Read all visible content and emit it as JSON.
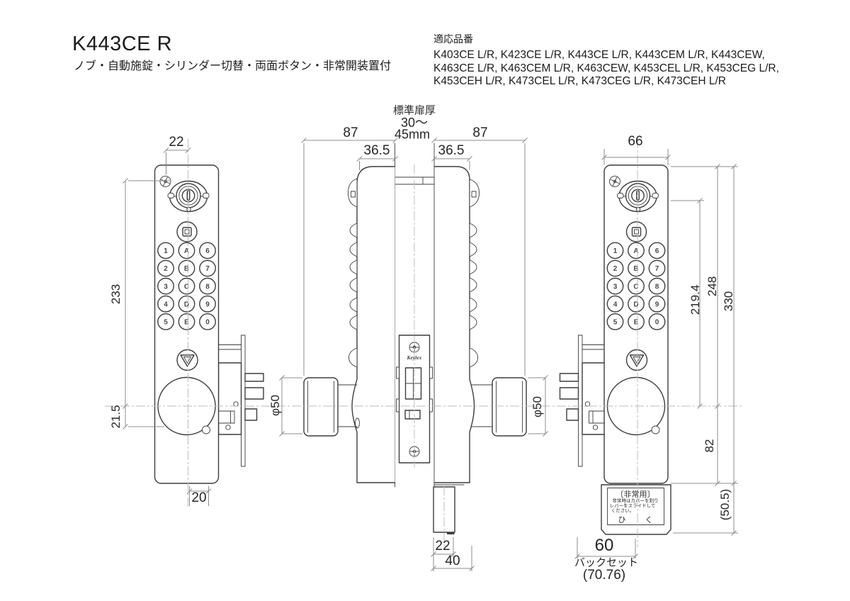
{
  "header": {
    "model": "K443CE R",
    "subtitle": "ノブ・自動施錠・シリンダー切替・両面ボタン・非常開装置付"
  },
  "applicable": {
    "title": "適応品番",
    "lines": [
      "K403CE L/R, K423CE L/R, K443CE L/R, K443CEM L/R, K443CEW,",
      "K463CE L/R, K463CEM L/R, K463CEW, K453CEL L/R, K453CEG L/R,",
      "K453CEH L/R, K473CEL L/R, K473CEG L/R, K473CEH L/R"
    ]
  },
  "dimensions": {
    "outside_screw_offset": "22",
    "outside_height": "233",
    "outside_knob_offset": "21.5",
    "outside_bottom": "20",
    "door_thickness_label": "標準扉厚",
    "door_thickness_range": "30〜",
    "door_thickness_max": "45mm",
    "outside_depth": "87",
    "inside_depth": "87",
    "outside_case_depth": "36.5",
    "inside_case_depth": "36.5",
    "knob_dia_outside": "φ50",
    "knob_dia_inside": "φ50",
    "rod_width": "22",
    "rod_offset": "40",
    "inside_width": "66",
    "cylinder_to_knob": "219.4",
    "top_to_knob": "248",
    "total_height": "330",
    "knob_to_bottom": "82",
    "cover_height": "(50.5)",
    "backset": "60",
    "backset_label": "バックセット",
    "backset_value": "(70.76)"
  },
  "keypad": {
    "rows": [
      [
        "1",
        "A",
        "6"
      ],
      [
        "2",
        "B",
        "7"
      ],
      [
        "3",
        "C",
        "8"
      ],
      [
        "4",
        "D",
        "9"
      ],
      [
        "5",
        "E",
        "0"
      ]
    ]
  },
  "brand": {
    "logo": "Keylex"
  },
  "emergency": {
    "title": "〔非常用〕",
    "line1": "非常時はカバーを割り",
    "line2": "レバーをスライドして",
    "line3": "ください。",
    "action": "ひ　く"
  },
  "colors": {
    "line": "#3d3d3d",
    "dim": "#8c8c8c",
    "center": "#bdbdbd",
    "text": "#262626"
  }
}
